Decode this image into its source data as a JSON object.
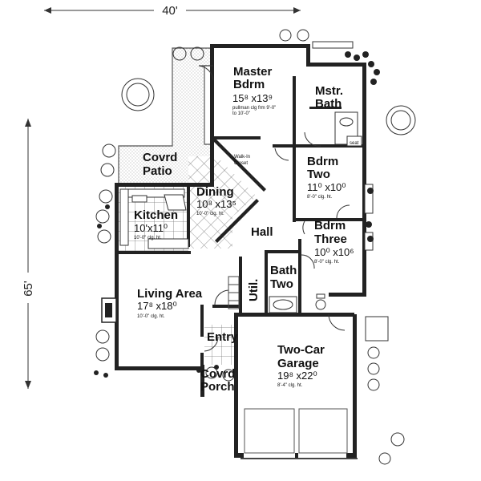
{
  "plan": {
    "overall_width": "40'",
    "overall_depth": "65'",
    "rooms": {
      "master": {
        "name_1": "Master",
        "name_2": "Bdrm",
        "size": "15⁸ x13⁹",
        "note_1": "pullman clg frm 9'-0\"",
        "note_2": "to 10'-0\""
      },
      "mstr_bath": {
        "name_1": "Mstr.",
        "name_2": "Bath"
      },
      "walk_in": {
        "name_1": "Walk-In",
        "name_2": "Closet"
      },
      "covrd_patio": {
        "name_1": "Covrd",
        "name_2": "Patio"
      },
      "bdrm_two": {
        "name_1": "Bdrm",
        "name_2": "Two",
        "size": "11⁰ x10⁰",
        "note": "8'-0\" clg. ht."
      },
      "dining": {
        "name": "Dining",
        "size": "10⁸ x13⁵",
        "note": "10'-0\" clg. ht."
      },
      "kitchen": {
        "name": "Kitchen",
        "size": "10'x11⁰",
        "note": "10'-0\" clg. ht."
      },
      "hall": {
        "name": "Hall"
      },
      "bdrm_three": {
        "name_1": "Bdrm",
        "name_2": "Three",
        "size": "10⁰ x10⁶",
        "note": "8'-0\" clg. ht."
      },
      "bath_two": {
        "name_1": "Bath",
        "name_2": "Two"
      },
      "util": {
        "name": "Util."
      },
      "living": {
        "name": "Living Area",
        "size": "17⁸ x18⁰",
        "note": "10'-0\" clg. ht."
      },
      "entry": {
        "name": "Entry"
      },
      "covrd_porch": {
        "name_1": "Covrd",
        "name_2": "Porch"
      },
      "garage": {
        "name_1": "Two-Car",
        "name_2": "Garage",
        "size": "19⁸ x22⁰",
        "note": "8'-4\" clg. ht."
      }
    },
    "fixture_labels": {
      "seat": "seat"
    }
  }
}
